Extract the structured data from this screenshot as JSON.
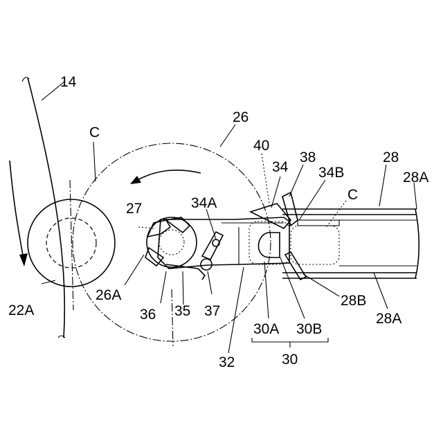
{
  "figure": {
    "labels": {
      "l14": "14",
      "lC_left": "C",
      "l26": "26",
      "l40": "40",
      "l34": "34",
      "l38": "38",
      "l34B": "34B",
      "l28": "28",
      "l28A_top": "28A",
      "lC_right": "C",
      "l27": "27",
      "l34A": "34A",
      "l22A": "22A",
      "l26A": "26A",
      "l36": "36",
      "l35": "35",
      "l37": "37",
      "l28B": "28B",
      "l28A_bottom": "28A",
      "l30A": "30A",
      "l30B": "30B",
      "l30": "30",
      "l32": "32"
    }
  }
}
